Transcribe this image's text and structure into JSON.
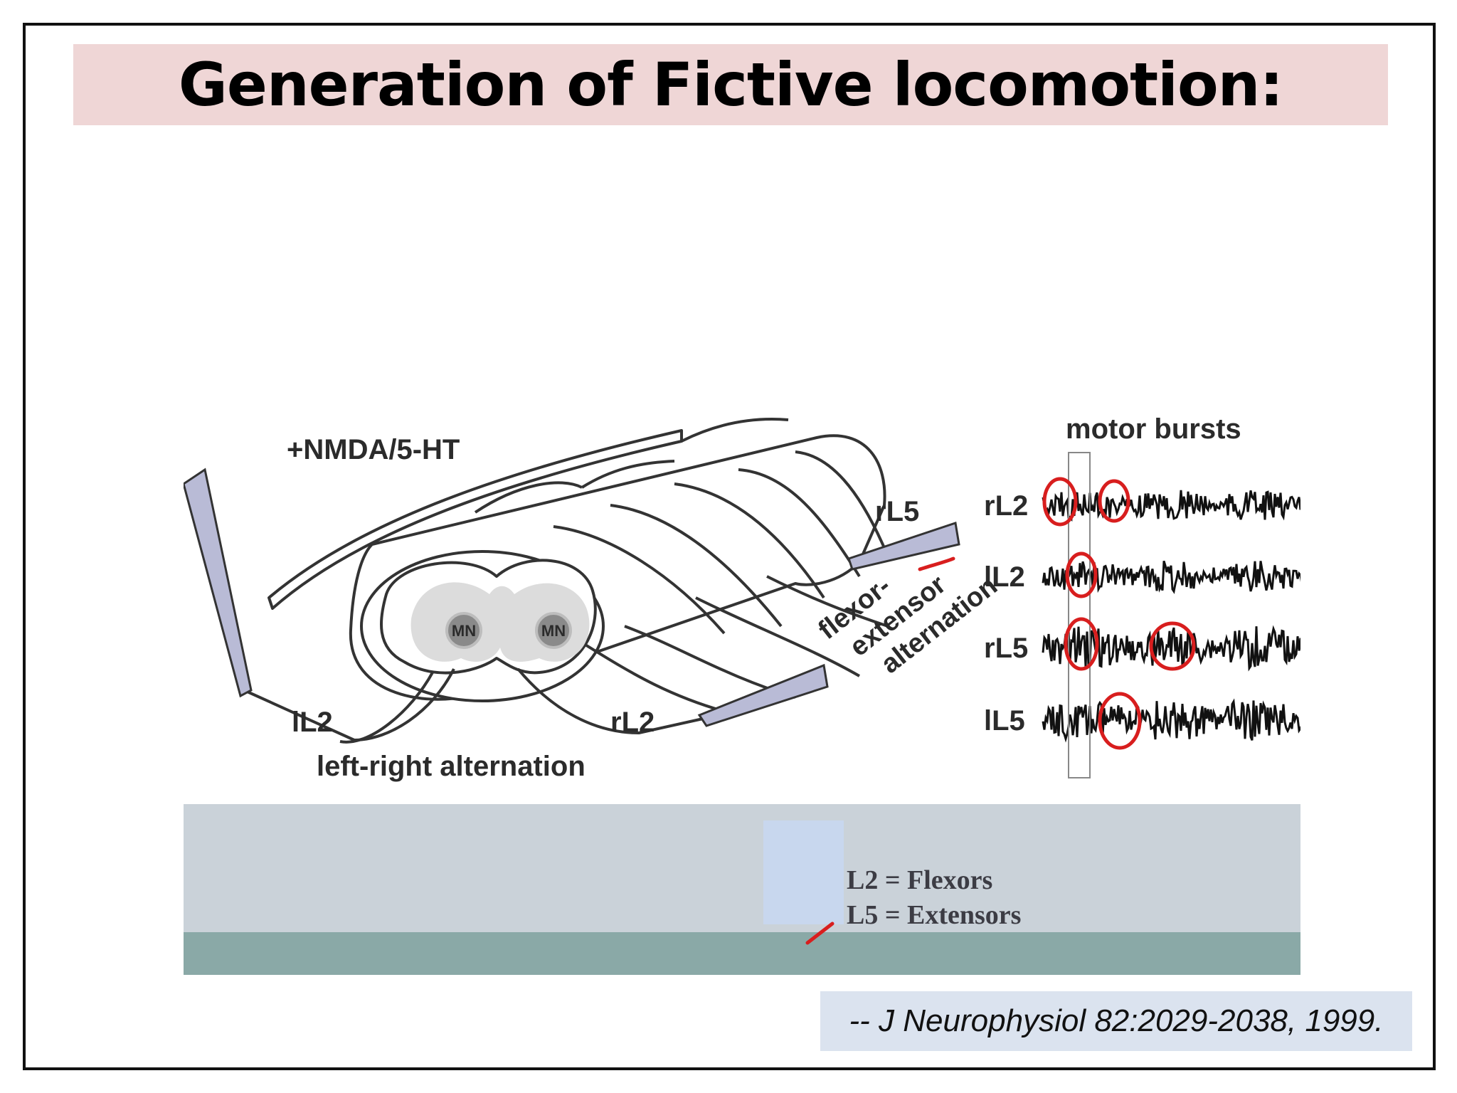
{
  "title": "Generation of Fictive locomotion:",
  "figure": {
    "drug_label": "+NMDA/5-HT",
    "mn_label": "MN",
    "root_labels": {
      "lL2": "lL2",
      "rL2": "rL2",
      "rL5": "rL5"
    },
    "left_right_label": "left-right alternation",
    "flexor_extensor_label": [
      "flexor-",
      "extensor",
      "alternation"
    ],
    "motor_bursts_label": "motor bursts",
    "trace_labels": [
      "rL2",
      "lL2",
      "rL5",
      "lL5"
    ]
  },
  "legend": {
    "line1": "L2 = Flexors",
    "line2": "L5 = Extensors"
  },
  "citation": "-- J Neurophysiol 82:2029-2038, 1999.",
  "colors": {
    "title_band": "#efd6d6",
    "annotation_red": "#d81e1e",
    "electrode_fill": "#b9bbd6",
    "lower_panel": "#cad2d9",
    "lower_strip": "#8aa9a7",
    "citation_box": "#dbe3ef"
  }
}
